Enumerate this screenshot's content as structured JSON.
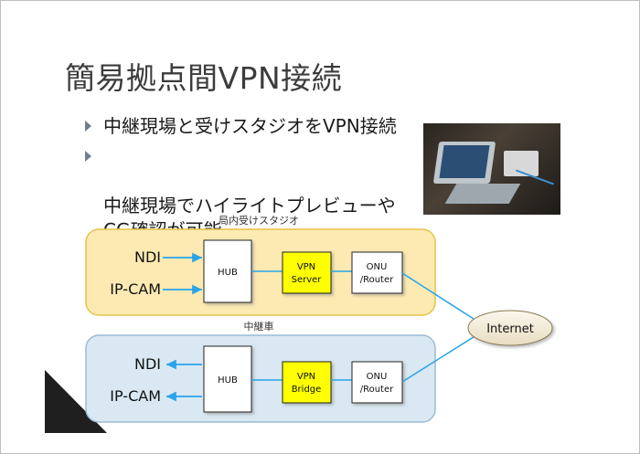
{
  "slide": {
    "title": "簡易拠点間VPN接続",
    "bullets": [
      "中継現場と受けスタジオをVPN接続",
      "中継現場でハイライトプレビューや\nCG確認が可能"
    ]
  },
  "diagram": {
    "studio": {
      "label": "局内受けスタジオ",
      "inputs": [
        "NDI",
        "IP-CAM"
      ],
      "hub": "HUB",
      "vpn_line1": "VPN",
      "vpn_line2": "Server",
      "onu_line1": "ONU",
      "onu_line2": "/Router"
    },
    "relay": {
      "label": "中継車",
      "outputs": [
        "NDI",
        "IP-CAM"
      ],
      "hub": "HUB",
      "vpn_line1": "VPN",
      "vpn_line2": "Bridge",
      "onu_line1": "ONU",
      "onu_line2": "/Router"
    },
    "internet": "Internet"
  },
  "colors": {
    "studio_fill": "#fdeab2",
    "studio_border": "#e6c24a",
    "relay_fill": "#d9e8f2",
    "relay_border": "#9bbbd4",
    "vpn_fill": "#ffff00",
    "arrow": "#2aa3e8",
    "internet_fill": "#f3ecd9"
  }
}
